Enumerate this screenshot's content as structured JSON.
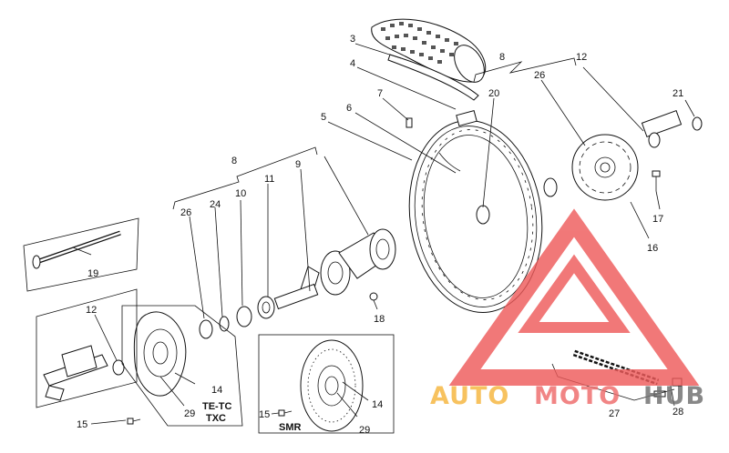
{
  "diagram": {
    "callouts": {
      "c3": "3",
      "c4": "4",
      "c5": "5",
      "c6": "6",
      "c7": "7",
      "c8_top": "8",
      "c8_left": "8",
      "c9": "9",
      "c10": "10",
      "c11": "11",
      "c12_top": "12",
      "c12_left": "12",
      "c14_left": "14",
      "c14_right": "14",
      "c15_left": "15",
      "c15_right": "15",
      "c16": "16",
      "c17": "17",
      "c18": "18",
      "c19": "19",
      "c20": "20",
      "c21": "21",
      "c24": "24",
      "c26_top": "26",
      "c26_left": "26",
      "c27": "27",
      "c28": "28",
      "c29_left": "29",
      "c29_right": "29"
    },
    "variants": {
      "left_line1": "TE-TC",
      "left_line2": "TXC",
      "right": "SMR"
    }
  },
  "watermark": {
    "word_a": "AUTO",
    "word_b": "MOTO",
    "word_c": "HUB",
    "colors": {
      "logo": "#ee5b5b",
      "word_a": "#f6b53d",
      "word_b": "#ef6b6b",
      "word_c": "#6f6f6f"
    }
  }
}
